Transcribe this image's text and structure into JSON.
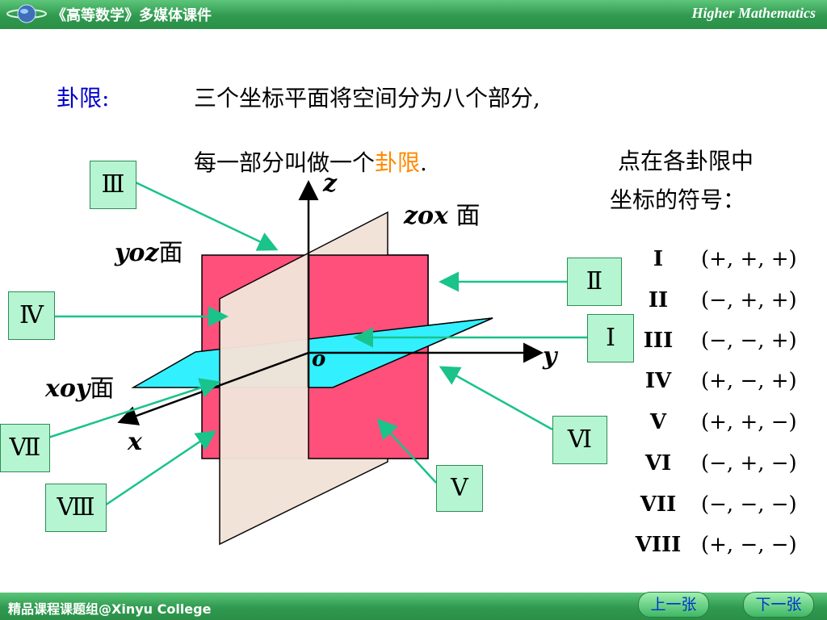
{
  "header": {
    "title": "《高等数学》多媒体课件",
    "english": "Higher Mathematics"
  },
  "footer": {
    "credit": "精品课程课题组@Xinyu College",
    "prev": "上一张",
    "next": "下一张"
  },
  "heading": {
    "label": "卦限:",
    "line1": "三个坐标平面将空间分为八个部分,",
    "line2_prefix": "每一部分叫做一个",
    "line2_term": "卦限",
    "line2_suffix": "."
  },
  "side_note": {
    "line1": "点在各卦限中",
    "line2": "坐标的符号："
  },
  "axes": {
    "x": "x",
    "y": "y",
    "z": "z",
    "origin": "o"
  },
  "planes": {
    "zox": {
      "var": "zox",
      "word": "面"
    },
    "yoz": {
      "var": "yoz",
      "word": "面"
    },
    "xoy": {
      "var": "xoy",
      "word": "面"
    }
  },
  "boxes": {
    "I": "Ⅰ",
    "II": "Ⅱ",
    "III": "Ⅲ",
    "IV": "Ⅳ",
    "V": "Ⅴ",
    "VI": "Ⅵ",
    "VII": "Ⅶ",
    "VIII": "Ⅷ"
  },
  "sign_table": [
    {
      "octant": "I",
      "signs": "(+, +, +)"
    },
    {
      "octant": "II",
      "signs": "(−, +, +)"
    },
    {
      "octant": "III",
      "signs": "(−, −, +)"
    },
    {
      "octant": "IV",
      "signs": "(+, −, +)"
    },
    {
      "octant": "V",
      "signs": "(+, +, −)"
    },
    {
      "octant": "VI",
      "signs": "(−, +, −)"
    },
    {
      "octant": "VII",
      "signs": "(−, −, −)"
    },
    {
      "octant": "VIII",
      "signs": "(+, −, −)"
    }
  ],
  "colors": {
    "zox_plane": "#ff4f7b",
    "yoz_plane": "#f2e3d8",
    "xoy_plane": "#33f0ff",
    "pointer": "#19c38a",
    "accent": "#0000cc",
    "term": "#ff8a00"
  }
}
